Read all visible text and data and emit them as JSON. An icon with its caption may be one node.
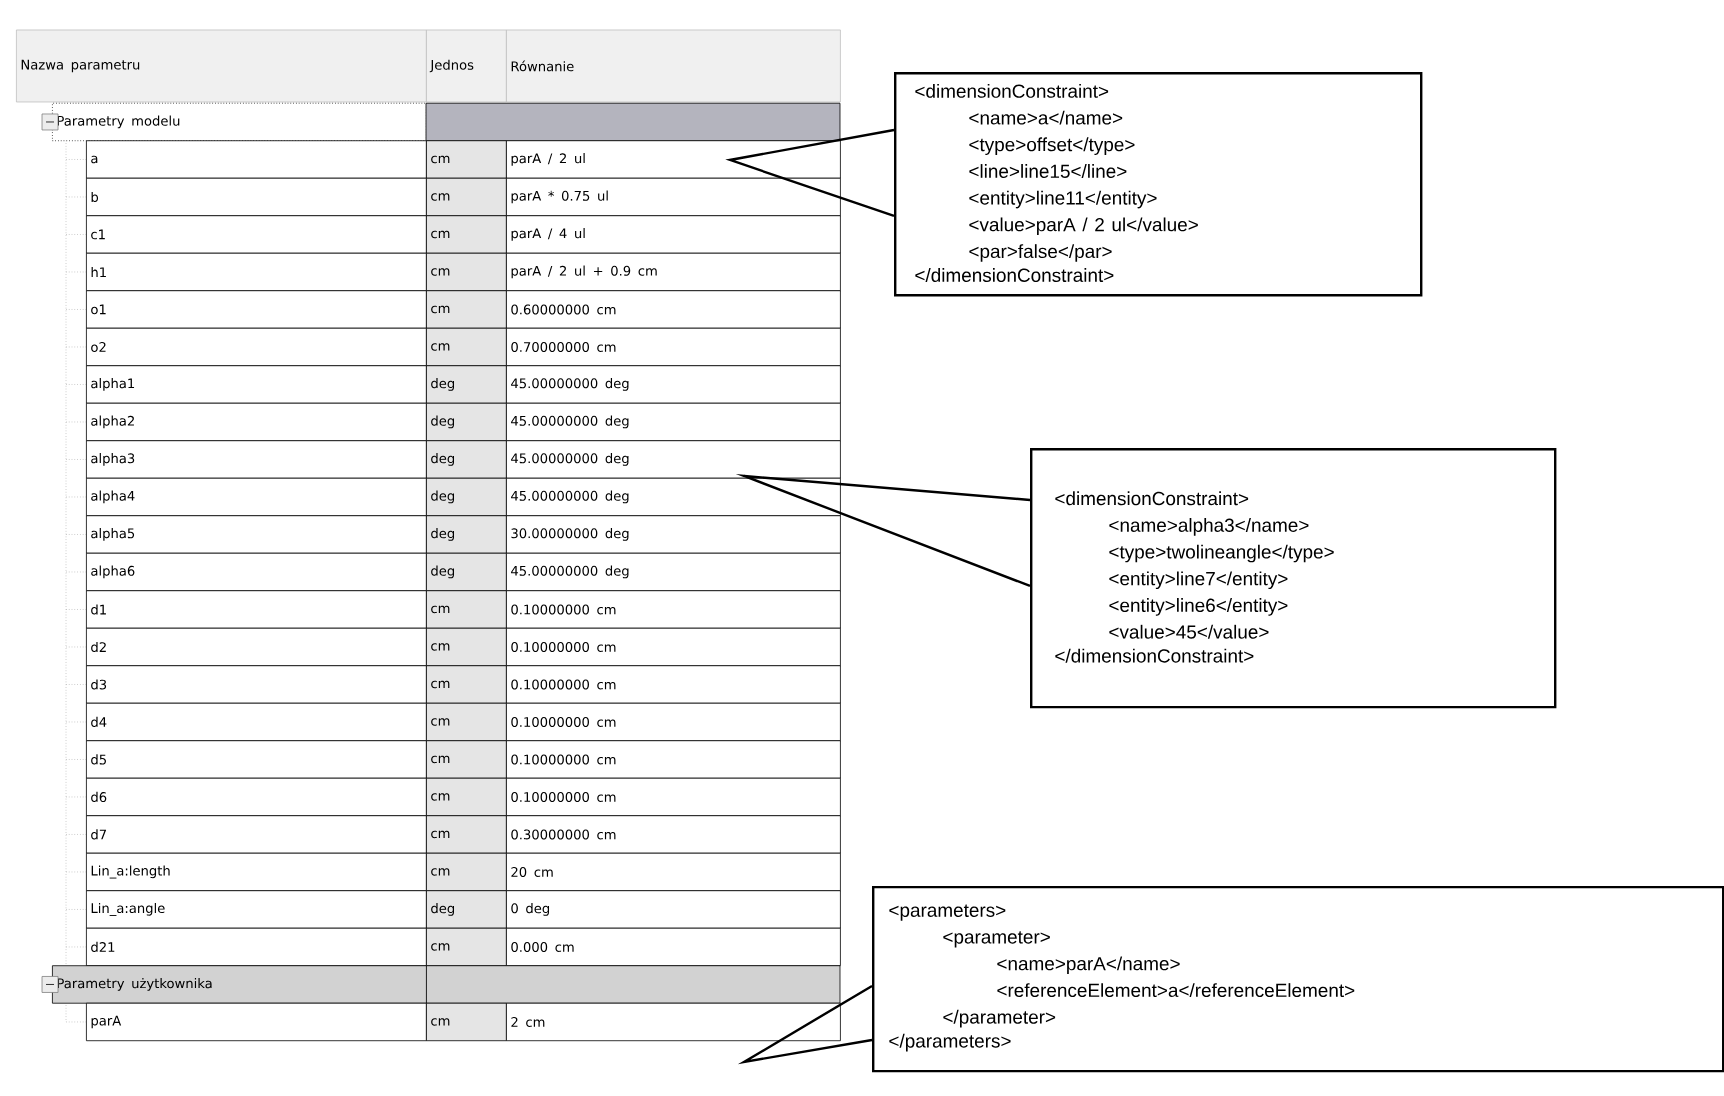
{
  "diagram": {
    "nodes": [
      {
        "text": [
          "<dimensionConstraint>",
          "<name>a</name>",
          "<type>offset</type>",
          "<line>line15</line>",
          "<entity>line11</entity>",
          "<value>parA / 2 ul</value>",
          "<par>false</par>",
          "</dimensionConstraint>"
        ]
      },
      {
        "text": [
          "<dimensionConstraint>",
          "<name>alpha3</name>",
          "<type>twolineangle</type>",
          "<entity>line7</entity>",
          "<entity>line6</entity>",
          "<value>45</value>",
          "</dimensionConstraint>"
        ]
      },
      {
        "text": [
          "<parameters>",
          "<parameter>",
          "<name>parA</name>",
          "<referenceElement>a</referenceElement>",
          "</parameter>",
          "</parameters>"
        ]
      }
    ],
    "edges": [
      {
        "from": 0,
        "to": null,
        "arrow": "none"
      },
      {
        "from": 1,
        "to": null,
        "arrow": "none"
      },
      {
        "from": 2,
        "to": null,
        "arrow": "none"
      }
    ],
    "labels": [
      "Nazwa parametru",
      "Jednos",
      "Równanie",
      "Parametry modelu",
      "a",
      "cm",
      "parA / 2 ul",
      "b",
      "cm",
      "parA * 0.75 ul",
      "c1",
      "cm",
      "parA / 4 ul",
      "h1",
      "cm",
      "parA / 2 ul + 0.9 cm",
      "o1",
      "cm",
      "0.60000000 cm",
      "o2",
      "cm",
      "0.70000000 cm",
      "alpha1",
      "deg",
      "45.00000000 deg",
      "alpha2",
      "deg",
      "45.00000000 deg",
      "alpha3",
      "deg",
      "45.00000000 deg",
      "alpha4",
      "deg",
      "45.00000000 deg",
      "alpha5",
      "deg",
      "30.00000000 deg",
      "alpha6",
      "deg",
      "45.00000000 deg",
      "d1",
      "cm",
      "0.10000000 cm",
      "d2",
      "cm",
      "0.10000000 cm",
      "d3",
      "cm",
      "0.10000000 cm",
      "d4",
      "cm",
      "0.10000000 cm",
      "d5",
      "cm",
      "0.10000000 cm",
      "d6",
      "cm",
      "0.10000000 cm",
      "d7",
      "cm",
      "0.30000000 cm",
      "Lin_a:length",
      "cm",
      "20 cm",
      "Lin_a:angle",
      "deg",
      "0 deg",
      "d21",
      "cm",
      "0.000 cm",
      "Parametry użytkownika",
      "parA",
      "cm",
      "2 cm"
    ]
  }
}
